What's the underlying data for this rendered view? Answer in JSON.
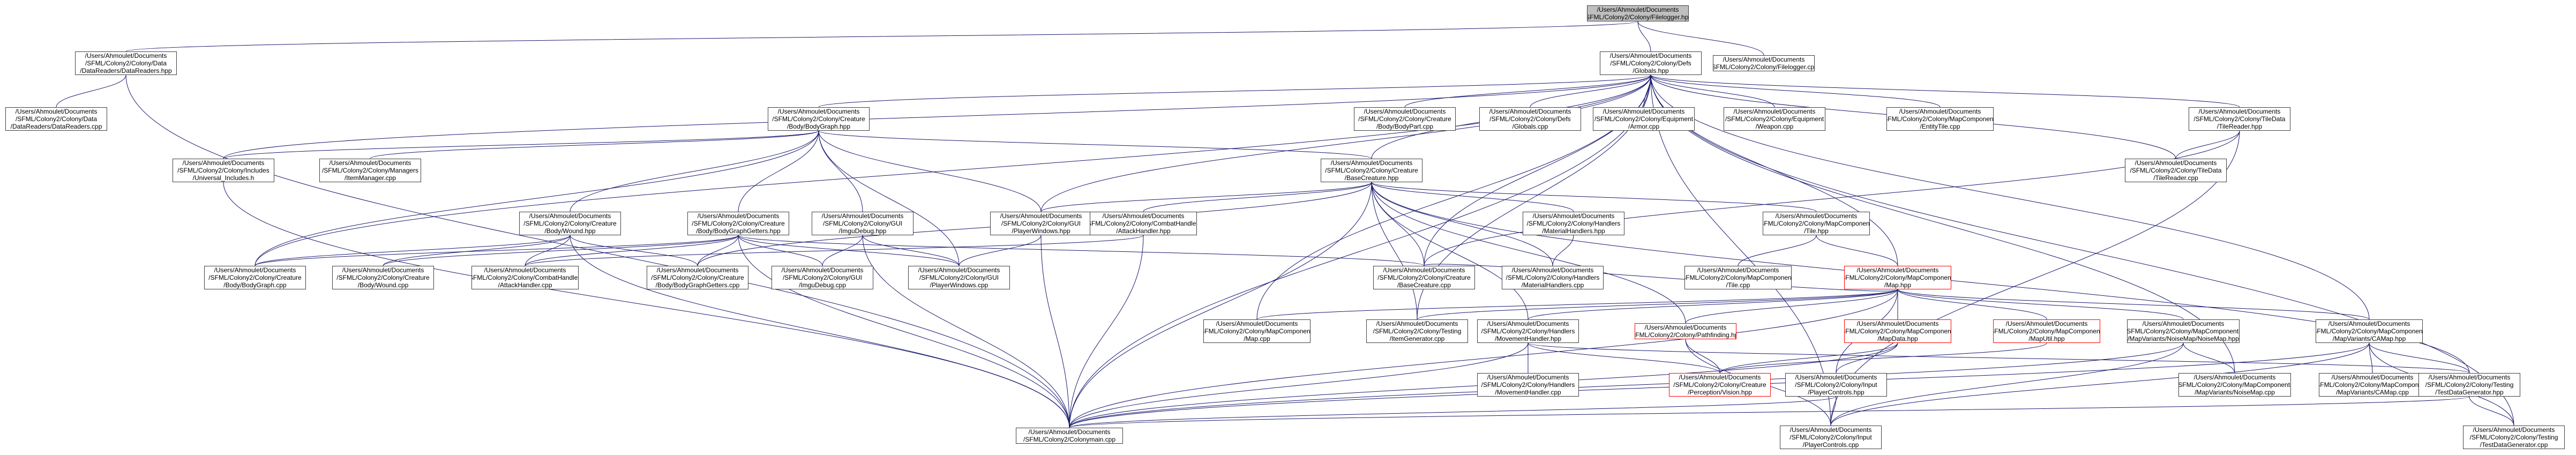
{
  "nodes": [
    {
      "id": "filelogger_hpp",
      "text": "/Users/Ahmoulet/Documents\n/SFML/Colony2/Colony/Filelogger.hpp",
      "style": "root",
      "interactable": true
    },
    {
      "id": "datareaders_hpp",
      "text": "/Users/Ahmoulet/Documents\n/SFML/Colony2/Colony/Data\n/DataReaders/DataReaders.hpp",
      "style": "normal",
      "interactable": true
    },
    {
      "id": "globals_hpp",
      "text": "/Users/Ahmoulet/Documents\n/SFML/Colony2/Colony/Defs\n/Globals.hpp",
      "style": "normal",
      "interactable": true
    },
    {
      "id": "filelogger_cpp",
      "text": "/Users/Ahmoulet/Documents\n/SFML/Colony2/Colony/Filelogger.cpp",
      "style": "normal",
      "interactable": true
    },
    {
      "id": "datareaders_cpp",
      "text": "/Users/Ahmoulet/Documents\n/SFML/Colony2/Colony/Data\n/DataReaders/DataReaders.cpp",
      "style": "normal",
      "interactable": true
    },
    {
      "id": "bodygraph_hpp",
      "text": "/Users/Ahmoulet/Documents\n/SFML/Colony2/Colony/Creature\n/Body/BodyGraph.hpp",
      "style": "normal",
      "interactable": true
    },
    {
      "id": "bodypart_cpp",
      "text": "/Users/Ahmoulet/Documents\n/SFML/Colony2/Colony/Creature\n/Body/BodyPart.cpp",
      "style": "normal",
      "interactable": true
    },
    {
      "id": "globals_cpp",
      "text": "/Users/Ahmoulet/Documents\n/SFML/Colony2/Colony/Defs\n/Globals.cpp",
      "style": "normal",
      "interactable": true
    },
    {
      "id": "armor_cpp",
      "text": "/Users/Ahmoulet/Documents\n/SFML/Colony2/Colony/Equipment\n/Armor.cpp",
      "style": "normal",
      "interactable": true
    },
    {
      "id": "weapon_cpp",
      "text": "/Users/Ahmoulet/Documents\n/SFML/Colony2/Colony/Equipment\n/Weapon.cpp",
      "style": "normal",
      "interactable": true
    },
    {
      "id": "entitytile_cpp",
      "text": "/Users/Ahmoulet/Documents\n/SFML/Colony2/Colony/MapComponents\n/EntityTile.cpp",
      "style": "normal",
      "interactable": true
    },
    {
      "id": "tilereader_hpp",
      "text": "/Users/Ahmoulet/Documents\n/SFML/Colony2/Colony/TileData\n/TileReader.hpp",
      "style": "normal",
      "interactable": true
    },
    {
      "id": "universal_includes_h",
      "text": "/Users/Ahmoulet/Documents\n/SFML/Colony2/Colony/Includes\n/Universal_Includes.h",
      "style": "normal",
      "interactable": true
    },
    {
      "id": "itemmanager_cpp",
      "text": "/Users/Ahmoulet/Documents\n/SFML/Colony2/Colony/Managers\n/ItemManager.cpp",
      "style": "normal",
      "interactable": true
    },
    {
      "id": "basecreature_hpp",
      "text": "/Users/Ahmoulet/Documents\n/SFML/Colony2/Colony/Creature\n/BaseCreature.hpp",
      "style": "normal",
      "interactable": true
    },
    {
      "id": "tilereader_cpp",
      "text": "/Users/Ahmoulet/Documents\n/SFML/Colony2/Colony/TileData\n/TileReader.cpp",
      "style": "normal",
      "interactable": true
    },
    {
      "id": "bodywound_hpp",
      "text": "/Users/Ahmoulet/Documents\n/SFML/Colony2/Colony/Creature\n/Body/Wound.hpp",
      "style": "normal",
      "interactable": true
    },
    {
      "id": "bodygraphgetters_hpp",
      "text": "/Users/Ahmoulet/Documents\n/SFML/Colony2/Colony/Creature\n/Body/BodyGraphGetters.hpp",
      "style": "normal",
      "interactable": true
    },
    {
      "id": "imgudebug_hpp",
      "text": "/Users/Ahmoulet/Documents\n/SFML/Colony2/Colony/GUI\n/ImguDebug.hpp",
      "style": "normal",
      "interactable": true
    },
    {
      "id": "playerwindows_hpp",
      "text": "/Users/Ahmoulet/Documents\n/SFML/Colony2/Colony/GUI\n/PlayerWindows.hpp",
      "style": "normal",
      "interactable": true
    },
    {
      "id": "attackhandler_hpp",
      "text": "/Users/Ahmoulet/Documents\n/SFML/Colony2/Colony/CombatHandlers\n/AttackHandler.hpp",
      "style": "normal",
      "interactable": true
    },
    {
      "id": "materialhandlers_hpp",
      "text": "/Users/Ahmoulet/Documents\n/SFML/Colony2/Colony/Handlers\n/MaterialHandlers.hpp",
      "style": "normal",
      "interactable": true
    },
    {
      "id": "tile_hpp",
      "text": "/Users/Ahmoulet/Documents\n/SFML/Colony2/Colony/MapComponents\n/Tile.hpp",
      "style": "normal",
      "interactable": true
    },
    {
      "id": "bodygraph_cpp",
      "text": "/Users/Ahmoulet/Documents\n/SFML/Colony2/Colony/Creature\n/Body/BodyGraph.cpp",
      "style": "normal",
      "interactable": true
    },
    {
      "id": "bodywound_cpp",
      "text": "/Users/Ahmoulet/Documents\n/SFML/Colony2/Colony/Creature\n/Body/Wound.cpp",
      "style": "normal",
      "interactable": true
    },
    {
      "id": "attackhandler_cpp",
      "text": "/Users/Ahmoulet/Documents\n/SFML/Colony2/Colony/CombatHandlers\n/AttackHandler.cpp",
      "style": "normal",
      "interactable": true
    },
    {
      "id": "bodygraphgetters_cpp",
      "text": "/Users/Ahmoulet/Documents\n/SFML/Colony2/Colony/Creature\n/Body/BodyGraphGetters.cpp",
      "style": "normal",
      "interactable": true
    },
    {
      "id": "imgudebug_cpp",
      "text": "/Users/Ahmoulet/Documents\n/SFML/Colony2/Colony/GUI\n/ImguDebug.cpp",
      "style": "normal",
      "interactable": true
    },
    {
      "id": "playerwindows_cpp",
      "text": "/Users/Ahmoulet/Documents\n/SFML/Colony2/Colony/GUI\n/PlayerWindows.cpp",
      "style": "normal",
      "interactable": true
    },
    {
      "id": "basecreature_cpp",
      "text": "/Users/Ahmoulet/Documents\n/SFML/Colony2/Colony/Creature\n/BaseCreature.cpp",
      "style": "normal",
      "interactable": true
    },
    {
      "id": "materialhandlers_cpp",
      "text": "/Users/Ahmoulet/Documents\n/SFML/Colony2/Colony/Handlers\n/MaterialHandlers.cpp",
      "style": "normal",
      "interactable": true
    },
    {
      "id": "tile_cpp",
      "text": "/Users/Ahmoulet/Documents\n/SFML/Colony2/Colony/MapComponents\n/Tile.cpp",
      "style": "normal",
      "interactable": true
    },
    {
      "id": "map_hpp",
      "text": "/Users/Ahmoulet/Documents\n/SFML/Colony2/Colony/MapComponents\n/Map.hpp",
      "style": "red",
      "interactable": true
    },
    {
      "id": "map_cpp",
      "text": "/Users/Ahmoulet/Documents\n/SFML/Colony2/Colony/MapComponents\n/Map.cpp",
      "style": "normal",
      "interactable": true
    },
    {
      "id": "itemgenerator_cpp",
      "text": "/Users/Ahmoulet/Documents\n/SFML/Colony2/Colony/Testing\n/ItemGenerator.cpp",
      "style": "normal",
      "interactable": true
    },
    {
      "id": "movementhandler_hpp",
      "text": "/Users/Ahmoulet/Documents\n/SFML/Colony2/Colony/Handlers\n/MovementHandler.hpp",
      "style": "normal",
      "interactable": true
    },
    {
      "id": "pathfinding_hpp",
      "text": "/Users/Ahmoulet/Documents\n/SFML/Colony2/Colony/Pathfinding.hpp",
      "style": "red",
      "interactable": true
    },
    {
      "id": "mapdata_hpp",
      "text": "/Users/Ahmoulet/Documents\n/SFML/Colony2/Colony/MapComponents\n/MapData.hpp",
      "style": "red",
      "interactable": true
    },
    {
      "id": "maputil_hpp",
      "text": "/Users/Ahmoulet/Documents\n/SFML/Colony2/Colony/MapComponents\n/MapUtil.hpp",
      "style": "red",
      "interactable": true
    },
    {
      "id": "noisemap_hpp",
      "text": "/Users/Ahmoulet/Documents\n/SFML/Colony2/Colony/MapComponents\n/MapVariants/NoiseMap/NoiseMap.hpp",
      "style": "normal",
      "interactable": true
    },
    {
      "id": "camap_hpp",
      "text": "/Users/Ahmoulet/Documents\n/SFML/Colony2/Colony/MapComponents\n/MapVariants/CAMap.hpp",
      "style": "normal",
      "interactable": true
    },
    {
      "id": "movementhandler_cpp",
      "text": "/Users/Ahmoulet/Documents\n/SFML/Colony2/Colony/Handlers\n/MovementHandler.cpp",
      "style": "normal",
      "interactable": true
    },
    {
      "id": "perceptionvision_hpp",
      "text": "/Users/Ahmoulet/Documents\n/SFML/Colony2/Colony/Creature\n/Perception/Vision.hpp",
      "style": "red",
      "interactable": true
    },
    {
      "id": "playercontrols_hpp",
      "text": "/Users/Ahmoulet/Documents\n/SFML/Colony2/Colony/Input\n/PlayerControls.hpp",
      "style": "normal",
      "interactable": true
    },
    {
      "id": "noisemap_cpp",
      "text": "/Users/Ahmoulet/Documents\n/SFML/Colony2/Colony/MapComponents\n/MapVariants/NoiseMap.cpp",
      "style": "normal",
      "interactable": true
    },
    {
      "id": "camap_cpp",
      "text": "/Users/Ahmoulet/Documents\n/SFML/Colony2/Colony/MapComponents\n/MapVariants/CAMap.cpp",
      "style": "normal",
      "interactable": true
    },
    {
      "id": "testdatagenerator_hpp",
      "text": "/Users/Ahmoulet/Documents\n/SFML/Colony2/Colony/Testing\n/TestDataGenerator.hpp",
      "style": "normal",
      "interactable": true
    },
    {
      "id": "colonymain_cpp",
      "text": "/Users/Ahmoulet/Documents\n/SFML/Colony2/Colonymain.cpp",
      "style": "normal",
      "interactable": true
    },
    {
      "id": "playercontrols_cpp",
      "text": "/Users/Ahmoulet/Documents\n/SFML/Colony2/Colony/Input\n/PlayerControls.cpp",
      "style": "normal",
      "interactable": true
    },
    {
      "id": "testdatagenerator_cpp",
      "text": "/Users/Ahmoulet/Documents\n/SFML/Colony2/Colony/Testing\n/TestDataGenerator.cpp",
      "style": "normal",
      "interactable": true
    }
  ],
  "edges": [
    [
      "filelogger_hpp",
      "datareaders_hpp"
    ],
    [
      "filelogger_hpp",
      "globals_hpp"
    ],
    [
      "filelogger_hpp",
      "filelogger_cpp"
    ],
    [
      "datareaders_hpp",
      "datareaders_cpp"
    ],
    [
      "datareaders_hpp",
      "colonymain_cpp"
    ],
    [
      "globals_hpp",
      "bodygraph_hpp"
    ],
    [
      "globals_hpp",
      "bodypart_cpp"
    ],
    [
      "globals_hpp",
      "globals_cpp"
    ],
    [
      "globals_hpp",
      "armor_cpp"
    ],
    [
      "globals_hpp",
      "weapon_cpp"
    ],
    [
      "globals_hpp",
      "entitytile_cpp"
    ],
    [
      "globals_hpp",
      "tilereader_hpp"
    ],
    [
      "globals_hpp",
      "basecreature_hpp"
    ],
    [
      "globals_hpp",
      "tilereader_cpp"
    ],
    [
      "globals_hpp",
      "map_hpp"
    ],
    [
      "globals_hpp",
      "camap_hpp"
    ],
    [
      "globals_hpp",
      "testdatagenerator_cpp"
    ],
    [
      "globals_hpp",
      "playercontrols_cpp"
    ],
    [
      "globals_hpp",
      "colonymain_cpp"
    ],
    [
      "globals_hpp",
      "universal_includes_h"
    ],
    [
      "globals_hpp",
      "bodygraph_cpp"
    ],
    [
      "globals_hpp",
      "playerwindows_hpp"
    ],
    [
      "globals_hpp",
      "map_cpp"
    ],
    [
      "globals_hpp",
      "itemgenerator_cpp"
    ],
    [
      "globals_hpp",
      "noisemap_cpp"
    ],
    [
      "globals_hpp",
      "basecreature_cpp"
    ],
    [
      "bodygraph_hpp",
      "universal_includes_h"
    ],
    [
      "bodygraph_hpp",
      "itemmanager_cpp"
    ],
    [
      "bodygraph_hpp",
      "basecreature_hpp"
    ],
    [
      "bodygraph_hpp",
      "bodywound_hpp"
    ],
    [
      "bodygraph_hpp",
      "bodygraphgetters_hpp"
    ],
    [
      "bodygraph_hpp",
      "imgudebug_hpp"
    ],
    [
      "bodygraph_hpp",
      "playerwindows_hpp"
    ],
    [
      "bodygraph_hpp",
      "bodygraph_cpp"
    ],
    [
      "bodygraph_hpp",
      "playerwindows_cpp"
    ],
    [
      "universal_includes_h",
      "colonymain_cpp"
    ],
    [
      "basecreature_hpp",
      "playerwindows_hpp"
    ],
    [
      "basecreature_hpp",
      "attackhandler_hpp"
    ],
    [
      "basecreature_hpp",
      "materialhandlers_hpp"
    ],
    [
      "basecreature_hpp",
      "tile_hpp"
    ],
    [
      "basecreature_hpp",
      "basecreature_cpp"
    ],
    [
      "basecreature_hpp",
      "materialhandlers_cpp"
    ],
    [
      "basecreature_hpp",
      "movementhandler_hpp"
    ],
    [
      "basecreature_hpp",
      "pathfinding_hpp"
    ],
    [
      "basecreature_hpp",
      "itemgenerator_cpp"
    ],
    [
      "basecreature_hpp",
      "colonymain_cpp"
    ],
    [
      "basecreature_hpp",
      "bodygraphgetters_cpp"
    ],
    [
      "basecreature_hpp",
      "testdatagenerator_hpp"
    ],
    [
      "tilereader_hpp",
      "tilereader_cpp"
    ],
    [
      "tilereader_hpp",
      "basecreature_cpp"
    ],
    [
      "tilereader_hpp",
      "playercontrols_cpp"
    ],
    [
      "bodywound_hpp",
      "bodygraph_cpp"
    ],
    [
      "bodywound_hpp",
      "bodywound_cpp"
    ],
    [
      "bodywound_hpp",
      "attackhandler_cpp"
    ],
    [
      "bodywound_hpp",
      "bodygraphgetters_cpp"
    ],
    [
      "bodywound_hpp",
      "colonymain_cpp"
    ],
    [
      "bodygraphgetters_hpp",
      "bodygraph_cpp"
    ],
    [
      "bodygraphgetters_hpp",
      "bodywound_cpp"
    ],
    [
      "bodygraphgetters_hpp",
      "attackhandler_cpp"
    ],
    [
      "bodygraphgetters_hpp",
      "bodygraphgetters_cpp"
    ],
    [
      "bodygraphgetters_hpp",
      "imgudebug_cpp"
    ],
    [
      "bodygraphgetters_hpp",
      "playerwindows_cpp"
    ],
    [
      "bodygraphgetters_hpp",
      "basecreature_cpp"
    ],
    [
      "bodygraphgetters_hpp",
      "colonymain_cpp"
    ],
    [
      "imgudebug_hpp",
      "imgudebug_cpp"
    ],
    [
      "imgudebug_hpp",
      "playerwindows_cpp"
    ],
    [
      "imgudebug_hpp",
      "colonymain_cpp"
    ],
    [
      "playerwindows_hpp",
      "playerwindows_cpp"
    ],
    [
      "playerwindows_hpp",
      "colonymain_cpp"
    ],
    [
      "attackhandler_hpp",
      "attackhandler_cpp"
    ],
    [
      "attackhandler_hpp",
      "colonymain_cpp"
    ],
    [
      "materialhandlers_hpp",
      "materialhandlers_cpp"
    ],
    [
      "tile_hpp",
      "tile_cpp"
    ],
    [
      "tile_hpp",
      "map_hpp"
    ],
    [
      "map_hpp",
      "map_cpp"
    ],
    [
      "map_hpp",
      "itemgenerator_cpp"
    ],
    [
      "map_hpp",
      "movementhandler_hpp"
    ],
    [
      "map_hpp",
      "pathfinding_hpp"
    ],
    [
      "map_hpp",
      "mapdata_hpp"
    ],
    [
      "map_hpp",
      "maputil_hpp"
    ],
    [
      "map_hpp",
      "noisemap_hpp"
    ],
    [
      "map_hpp",
      "camap_hpp"
    ],
    [
      "map_hpp",
      "playercontrols_hpp"
    ],
    [
      "map_hpp",
      "colonymain_cpp"
    ],
    [
      "map_hpp",
      "basecreature_cpp"
    ],
    [
      "movementhandler_hpp",
      "movementhandler_cpp"
    ],
    [
      "movementhandler_hpp",
      "perceptionvision_hpp"
    ],
    [
      "movementhandler_hpp",
      "colonymain_cpp"
    ],
    [
      "movementhandler_hpp",
      "testdatagenerator_hpp"
    ],
    [
      "pathfinding_hpp",
      "perceptionvision_hpp"
    ],
    [
      "pathfinding_hpp",
      "playercontrols_cpp"
    ],
    [
      "mapdata_hpp",
      "perceptionvision_hpp"
    ],
    [
      "mapdata_hpp",
      "playercontrols_hpp"
    ],
    [
      "mapdata_hpp",
      "colonymain_cpp"
    ],
    [
      "maputil_hpp",
      "perceptionvision_hpp"
    ],
    [
      "noisemap_hpp",
      "noisemap_cpp"
    ],
    [
      "noisemap_hpp",
      "colonymain_cpp"
    ],
    [
      "noisemap_hpp",
      "playercontrols_cpp"
    ],
    [
      "camap_hpp",
      "camap_cpp"
    ],
    [
      "camap_hpp",
      "testdatagenerator_hpp"
    ],
    [
      "camap_hpp",
      "colonymain_cpp"
    ],
    [
      "camap_hpp",
      "playercontrols_cpp"
    ],
    [
      "camap_hpp",
      "testdatagenerator_cpp"
    ],
    [
      "playercontrols_hpp",
      "playercontrols_cpp"
    ],
    [
      "playercontrols_hpp",
      "colonymain_cpp"
    ],
    [
      "testdatagenerator_hpp",
      "testdatagenerator_cpp"
    ],
    [
      "testdatagenerator_hpp",
      "colonymain_cpp"
    ]
  ],
  "colors": {
    "edge": "#191970",
    "node_border": "#404040",
    "highlight_border": "#ff0000",
    "root_fill": "#bfbfbf"
  }
}
